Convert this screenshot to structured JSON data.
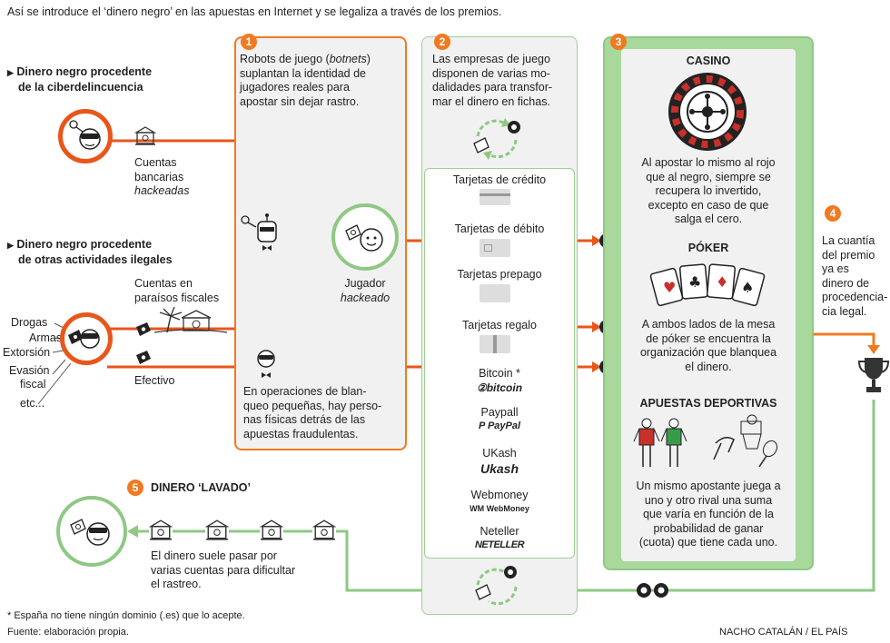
{
  "title": "Así se introduce el ‘dinero negro’ en las apuestas en Internet y se legaliza a través de los premios.",
  "left": {
    "cyber_heading_l1": "Dinero negro procedente",
    "cyber_heading_l2": "de la ciberdelincuencia",
    "cuentas_l1": "Cuentas",
    "cuentas_l2": "bancarias",
    "cuentas_l3": "hackeadas",
    "other_heading_l1": "Dinero negro procedente",
    "other_heading_l2": "de otras actividades ilegales",
    "paraisos_l1": "Cuentas en",
    "paraisos_l2": "paraísos fiscales",
    "efectivo": "Efectivo",
    "sources": [
      "Drogas",
      "Armas",
      "Extorsión",
      "Evasión",
      "fiscal",
      "etc..."
    ]
  },
  "step1": {
    "number": "1",
    "text_l1": "Robots de juego (",
    "text_l1_it": "botnets",
    "text_l1_end": ")",
    "text_l2": "suplantan la identidad de",
    "text_l3": "jugadores reales para",
    "text_l4": "apostar sin dejar rastro.",
    "player_l1": "Jugador",
    "player_l2": "hackeado",
    "bottom_l1": "En operaciones de blan-",
    "bottom_l2": "queo pequeñas, hay perso-",
    "bottom_l3": "nas físicas detrás de las",
    "bottom_l4": "apuestas fraudulentas."
  },
  "step2": {
    "number": "2",
    "text_l1": "Las empresas de juego",
    "text_l2": "disponen de varias mo-",
    "text_l3": "dalidades para transfor-",
    "text_l4": "mar el dinero en fichas.",
    "methods": [
      "Tarjetas de crédito",
      "Tarjetas de débito",
      "Tarjetas prepago",
      "Tarjetas regalo",
      "Bitcoin *",
      "Paypall",
      "UKash",
      "Webmoney",
      "Neteller"
    ],
    "logos": {
      "bitcoin": "bitcoin",
      "paypal": "PayPal",
      "ukash": "Ukash",
      "webmoney": "WebMoney",
      "neteller": "NETELLER"
    }
  },
  "step3": {
    "number": "3",
    "casino_title": "CASINO",
    "casino_l1": "Al apostar lo mismo al rojo",
    "casino_l2": "que al negro, siempre se",
    "casino_l3": "recupera lo invertido,",
    "casino_l4": "excepto en caso de que",
    "casino_l5": "salga el cero.",
    "poker_title": "PÓKER",
    "poker_l1": "A ambos lados de la mesa",
    "poker_l2": "de póker se encuentra la",
    "poker_l3": "organización que blanquea",
    "poker_l4": "el dinero.",
    "sports_title": "APUESTAS DEPORTIVAS",
    "sports_l1": "Un mismo apostante juega a",
    "sports_l2": "uno y otro rival una suma",
    "sports_l3": "que varía en función de la",
    "sports_l4": "probabilidad de ganar",
    "sports_l5": "(cuota) que tiene cada uno."
  },
  "step4": {
    "number": "4",
    "lines": [
      "La cuantía",
      "del premio",
      "ya es",
      "dinero de",
      "procedencia-",
      "cia legal."
    ]
  },
  "step5": {
    "number": "5",
    "title": "DINERO ‘LAVADO’",
    "l1": "El dinero suele pasar por",
    "l2": "varias cuentas para dificultar",
    "l3": "el rastreo."
  },
  "footer": {
    "note": "* España no tiene ningún dominio (.es) que lo acepte.",
    "source": "Fuente: elaboración propia.",
    "credit": "NACHO CATALÁN / EL PAÍS"
  },
  "colors": {
    "orange": "#f07a22",
    "line_orange": "#e8561a",
    "green": "#8ec884",
    "green_light": "#a8d89c",
    "gray_bg": "#f1f1f1",
    "red": "#c8302a"
  }
}
